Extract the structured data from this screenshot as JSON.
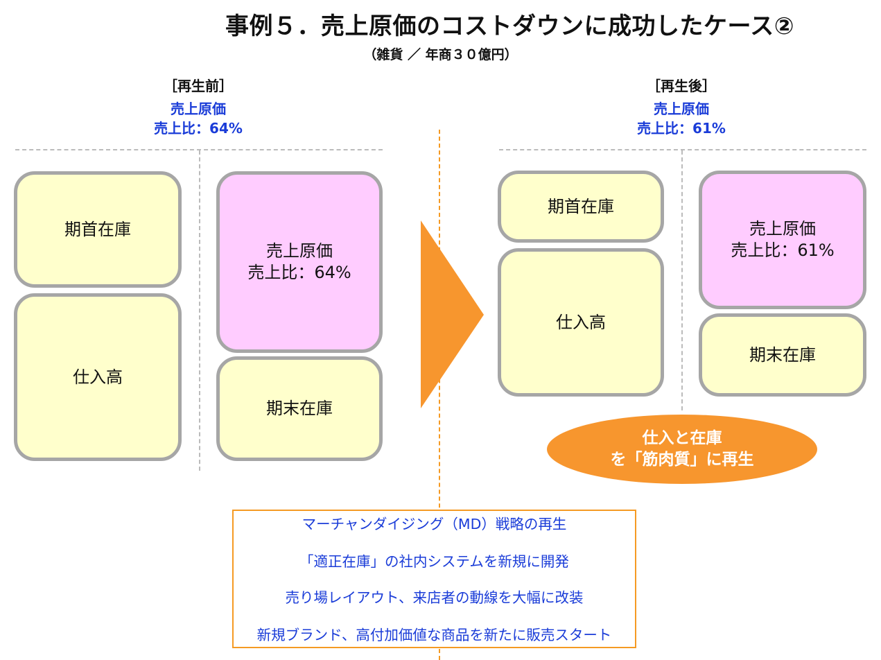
{
  "title": "事例５．売上原価のコストダウンに成功したケース②",
  "subtitle": "（雑貨 ／ 年商３０億円）",
  "before": {
    "label": "［再生前］",
    "cost_line1": "売上原価",
    "cost_line2": "売上比：64%",
    "boxes": {
      "opening_inventory": "期首在庫",
      "purchases": "仕入高",
      "cogs_line1": "売上原価",
      "cogs_line2": "売上比：64%",
      "closing_inventory": "期末在庫"
    }
  },
  "after": {
    "label": "［再生後］",
    "cost_line1": "売上原価",
    "cost_line2": "売上比：61%",
    "boxes": {
      "opening_inventory": "期首在庫",
      "purchases": "仕入高",
      "cogs_line1": "売上原価",
      "cogs_line2": "売上比：61%",
      "closing_inventory": "期末在庫"
    }
  },
  "callout": {
    "line1": "仕入と在庫",
    "line2": "を「筋肉質」に再生"
  },
  "actions": [
    "マーチャンダイジング（MD）戦略の再生",
    "「適正在庫」の社内システムを新規に開発",
    "売り場レイアウト、来店者の動線を大幅に改装",
    "新規ブランド、高付加価値な商品を新たに販売スタート"
  ],
  "colors": {
    "accent_orange": "#f7962e",
    "cost_blue": "#1a3cd8",
    "box_yellow": "#ffffcc",
    "box_pink": "#ffccff",
    "box_border": "#a6a6a6"
  }
}
